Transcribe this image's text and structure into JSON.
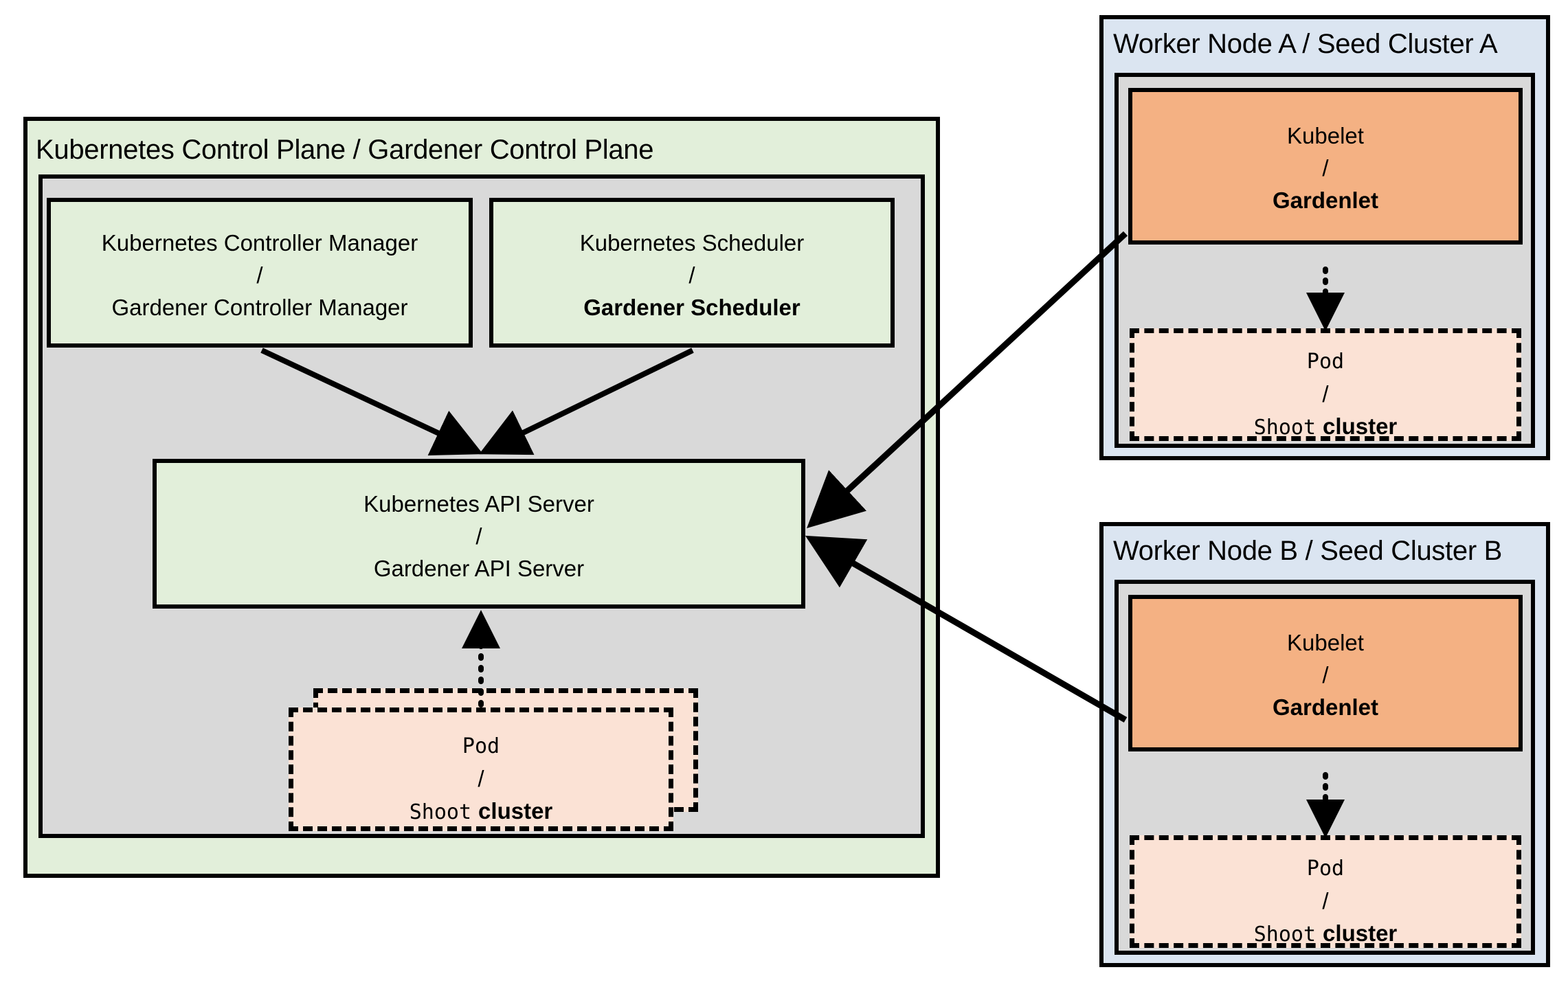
{
  "diagram": {
    "type": "architecture-block-diagram",
    "title_visible": false
  },
  "control_plane": {
    "header": "Kubernetes Control Plane / Gardener Control Plane",
    "controller_manager": {
      "line1": "Kubernetes Controller Manager",
      "separator": "/",
      "line2": "Gardener Controller Manager",
      "line2_bold": false
    },
    "scheduler": {
      "line1": "Kubernetes Scheduler",
      "separator": "/",
      "line2": "Gardener Scheduler",
      "line2_bold": true
    },
    "api_server": {
      "line1": "Kubernetes API Server",
      "separator": "/",
      "line2": "Gardener API Server",
      "line2_bold": false
    },
    "pod": {
      "line1": "Pod",
      "separator": "/",
      "line2_mono": "Shoot",
      "line2_bold": "cluster"
    }
  },
  "worker_node_a": {
    "header": "Worker Node A / Seed Cluster A",
    "kubelet": {
      "line1": "Kubelet",
      "separator": "/",
      "line2": "Gardenlet",
      "line2_bold": true
    },
    "pod": {
      "line1": "Pod",
      "separator": "/",
      "line2_mono": "Shoot",
      "line2_bold": "cluster"
    }
  },
  "worker_node_b": {
    "header": "Worker Node B / Seed Cluster B",
    "kubelet": {
      "line1": "Kubelet",
      "separator": "/",
      "line2": "Gardenlet",
      "line2_bold": true
    },
    "pod": {
      "line1": "Pod",
      "separator": "/",
      "line2_mono": "Shoot",
      "line2_bold": "cluster"
    }
  },
  "colors": {
    "green": "#e2efda",
    "gray": "#d9d9d9",
    "orange": "#f4b183",
    "peach": "#fbe2d5",
    "blue": "#dbe5f1",
    "stroke": "#000000"
  },
  "connectors": [
    {
      "name": "controller-manager-to-api-server",
      "style": "solid",
      "arrow": true
    },
    {
      "name": "scheduler-to-api-server",
      "style": "solid",
      "arrow": true
    },
    {
      "name": "control-plane-pod-to-api-server",
      "style": "dotted",
      "arrow": true
    },
    {
      "name": "gardenlet-a-to-api-server",
      "style": "solid",
      "arrow": true
    },
    {
      "name": "gardenlet-b-to-api-server",
      "style": "solid",
      "arrow": true
    },
    {
      "name": "gardenlet-a-to-pod-a",
      "style": "dotted",
      "arrow": true
    },
    {
      "name": "gardenlet-b-to-pod-b",
      "style": "dotted",
      "arrow": true
    }
  ]
}
